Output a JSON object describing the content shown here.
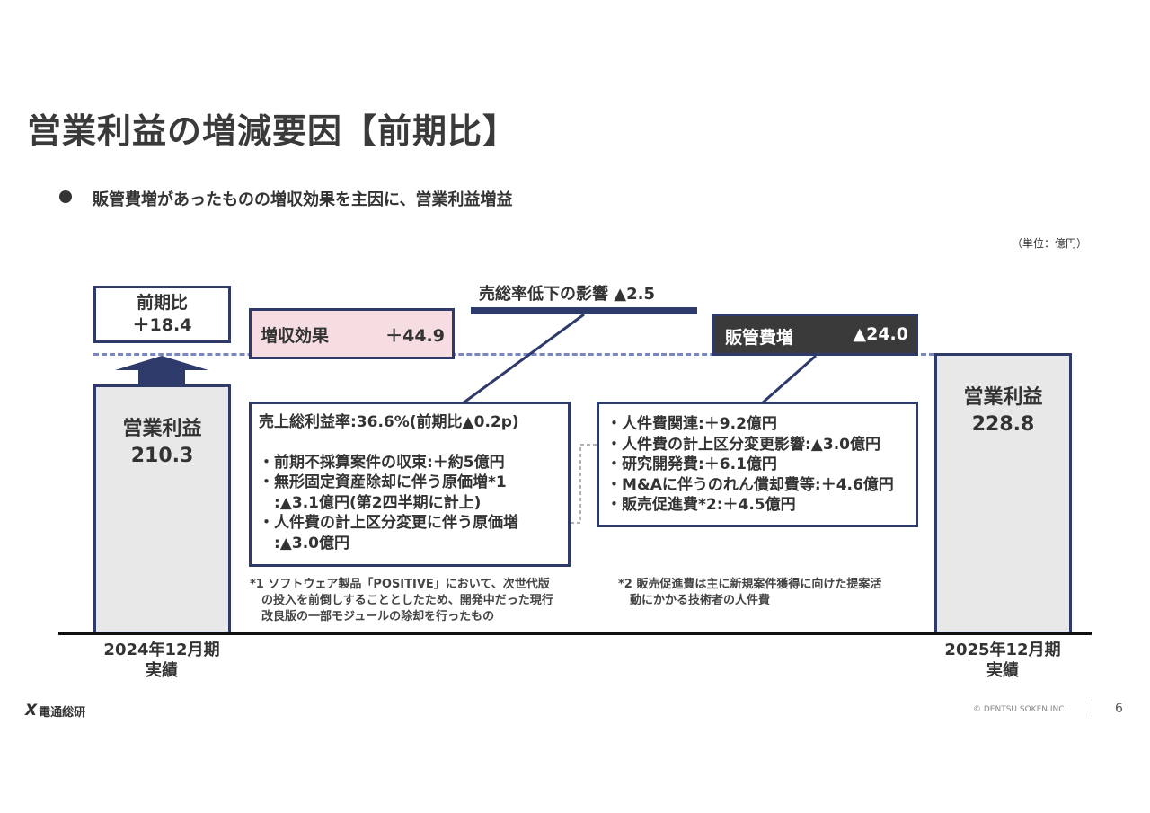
{
  "title": "営業利益の増減要因【前期比】",
  "bullet": "販管費増があったものの増収効果を主因に、営業利益増益",
  "unit": "（単位：億円）",
  "chart_data": {
    "type": "waterfall",
    "unit": "億円",
    "bars": [
      {
        "name": "営業利益",
        "period": "2024年12月期",
        "sub": "実績",
        "value": "210.3"
      },
      {
        "name": "増収効果",
        "delta": "＋44.9"
      },
      {
        "name": "売総率低下の影響",
        "delta": "▲2.5"
      },
      {
        "name": "販管費増",
        "delta": "▲24.0"
      },
      {
        "name": "営業利益",
        "period": "2025年12月期",
        "sub": "実績",
        "value": "228.8"
      }
    ],
    "change_label": "前期比",
    "change_value": "＋18.4"
  },
  "callout1": {
    "heading": "売上総利益率:36.6%(前期比▲0.2p)",
    "lines": [
      "・前期不採算案件の収束:＋約5億円",
      "・無形固定資産除却に伴う原価増*1",
      "　:▲3.1億円(第2四半期に計上)",
      "・人件費の計上区分変更に伴う原価増",
      "　:▲3.0億円"
    ]
  },
  "callout2": {
    "lines": [
      "・人件費関連:＋9.2億円",
      "・人件費の計上区分変更影響:▲3.0億円",
      "・研究開発費:＋6.1億円",
      "・M&Aに伴うのれん償却費等:＋4.6億円",
      "・販売促進費*2:＋4.5億円"
    ]
  },
  "footnote1": [
    "*1 ソフトウェア製品「POSITIVE」において、次世代版",
    "　の投入を前倒しすることとしたため、開発中だった現行",
    "　改良版の一部モジュールの除却を行ったもの"
  ],
  "footnote2": [
    "*2 販売促進費は主に新規案件獲得に向けた提案活",
    "　動にかかる技術者の人件費"
  ],
  "footer": {
    "logo": "電通総研",
    "copyright": "© DENTSU SOKEN INC.",
    "page": "6"
  },
  "colors": {
    "navy": "#2e3a6a",
    "pink": "#f6dde2",
    "dark": "#3a3a3a",
    "dash": "#7b86c0"
  }
}
